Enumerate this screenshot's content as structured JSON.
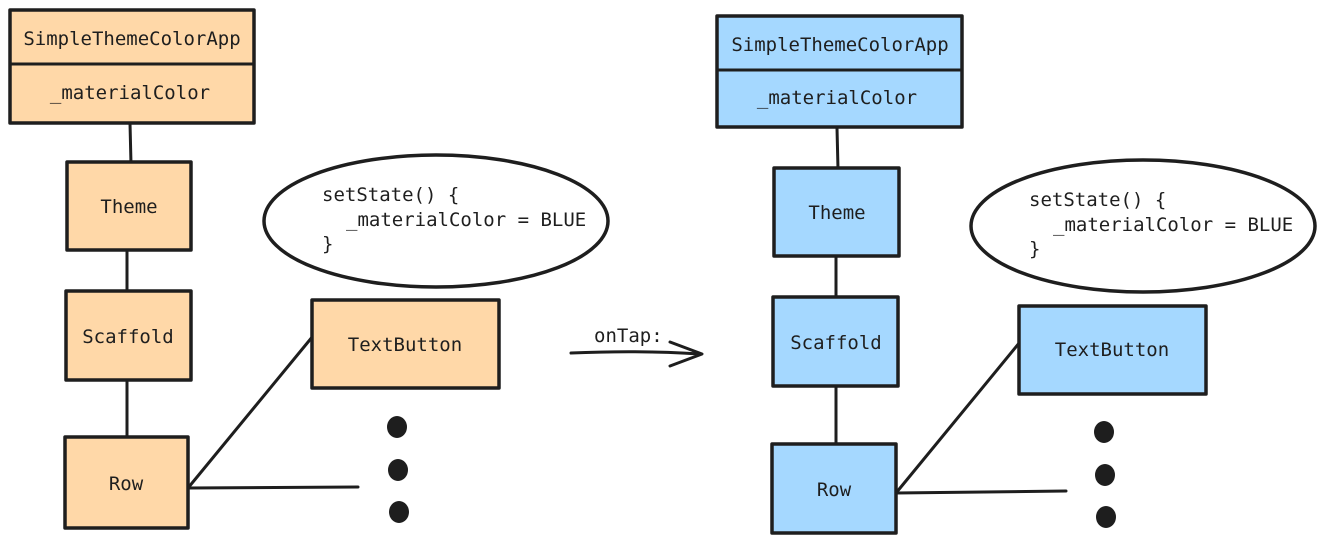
{
  "colors": {
    "before_fill": "#ffd8a8",
    "after_fill": "#a5d8ff",
    "stroke": "#1e1e1e",
    "bubble_fill": "#ffffff"
  },
  "before": {
    "app": {
      "name": "SimpleThemeColorApp",
      "field": "_materialColor"
    },
    "theme": "Theme",
    "scaffold": "Scaffold",
    "row": "Row",
    "text_button": "TextButton",
    "code": {
      "line1": "setState() {",
      "line2": "_materialColor = BLUE",
      "line3": "}"
    }
  },
  "transition": {
    "label": "onTap:"
  },
  "after": {
    "app": {
      "name": "SimpleThemeColorApp",
      "field": "_materialColor"
    },
    "theme": "Theme",
    "scaffold": "Scaffold",
    "row": "Row",
    "text_button": "TextButton",
    "code": {
      "line1": "setState() {",
      "line2": "_materialColor = BLUE",
      "line3": "}"
    }
  }
}
